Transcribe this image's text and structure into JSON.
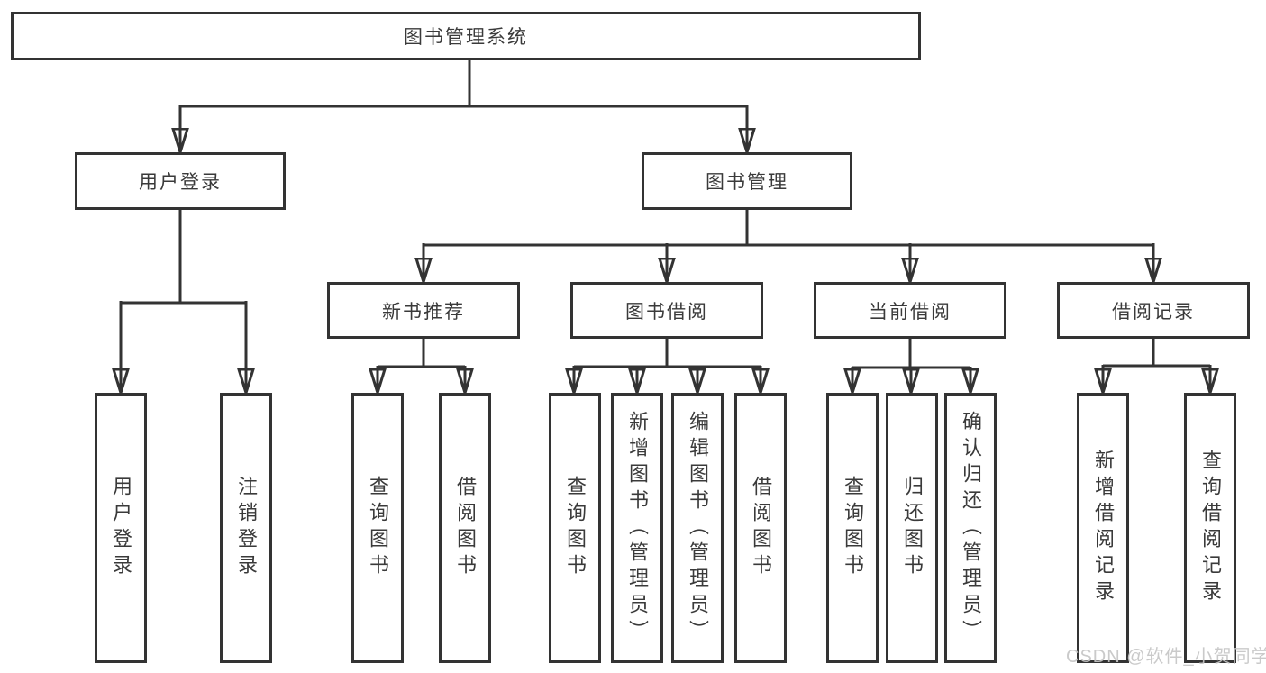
{
  "nodes": {
    "root": "图书管理系统",
    "user_login": "用户登录",
    "book_mgmt": "图书管理",
    "new_book_rec": "新书推荐",
    "book_borrow": "图书借阅",
    "current_borrow": "当前借阅",
    "borrow_records": "借阅记录",
    "leaves": {
      "user_login": [
        "用户登录",
        "注销登录"
      ],
      "new_book_rec": [
        "查询图书",
        "借阅图书"
      ],
      "book_borrow": [
        "查询图书",
        "新增图书（管理员）",
        "编辑图书（管理员）",
        "借阅图书"
      ],
      "current_borrow": [
        "查询图书",
        "归还图书",
        "确认归还（管理员）"
      ],
      "borrow_records": [
        "新增借阅记录",
        "查询借阅记录"
      ]
    }
  },
  "colors": {
    "line": "#333333",
    "text": "#3a3a3a"
  },
  "watermark": "CSDN @软件_小贺同学"
}
